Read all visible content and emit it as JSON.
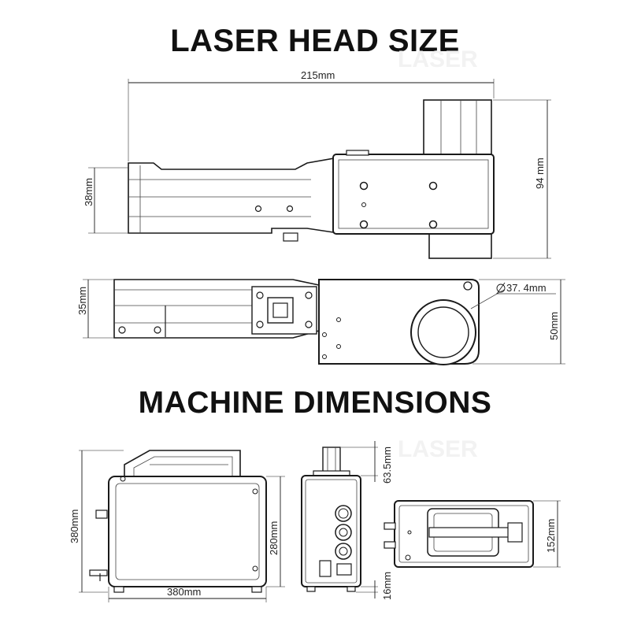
{
  "sections": {
    "laser_head_title": "LASER HEAD SIZE",
    "machine_title": "MACHINE DIMENSIONS"
  },
  "laser_head": {
    "length": "215mm",
    "height_total": "94 mm",
    "barrel_height": "38mm",
    "top_view_width": "35mm",
    "head_width": "50mm",
    "bore_diameter": "37. 4mm"
  },
  "machine": {
    "front_height": "380mm",
    "front_width": "380mm",
    "body_height": "280mm",
    "handle_height": "63.5mm",
    "feet_height": "16mm",
    "depth": "152mm"
  },
  "watermark": "LASER"
}
